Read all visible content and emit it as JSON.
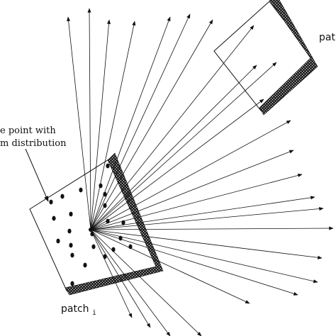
{
  "labels": {
    "note_line1": "e point with",
    "note_line2": "m distribution",
    "patch_i_main": "patch",
    "patch_i_sub": "i",
    "patch_j_partial": "pat"
  },
  "colors": {
    "ink": "#111111",
    "patch_edge": "#222222"
  }
}
